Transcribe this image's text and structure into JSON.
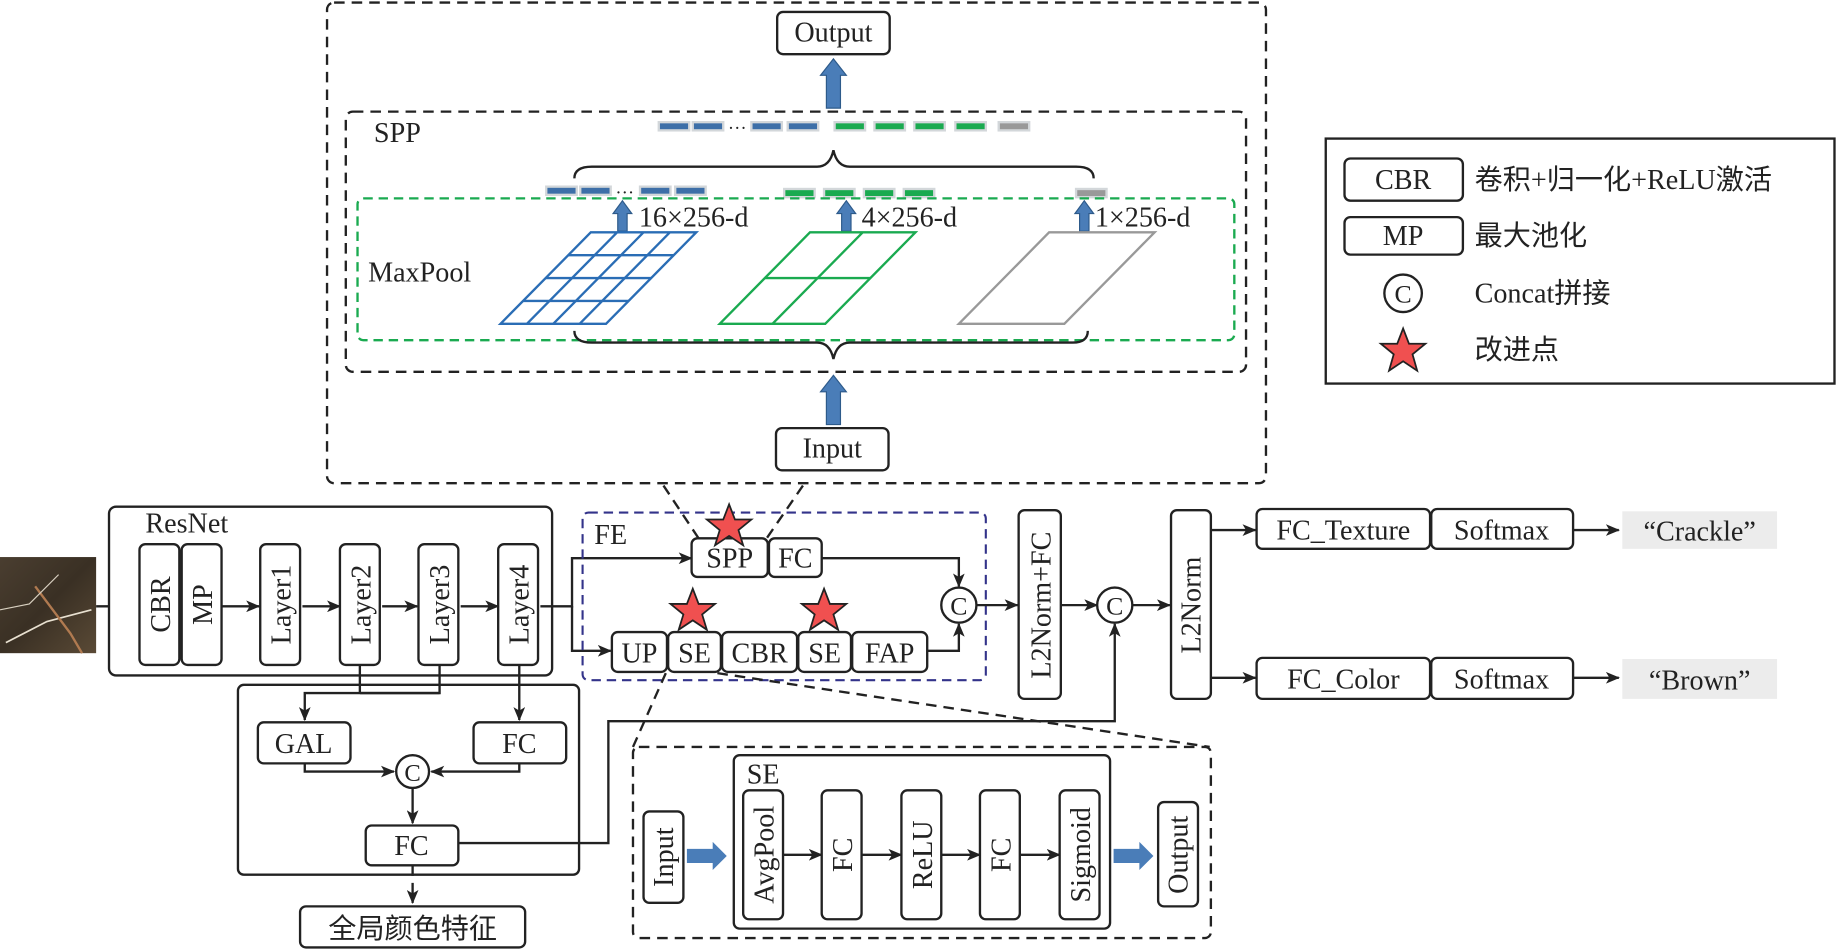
{
  "colors": {
    "blue": "#3d6fa8",
    "blue_grid": "#2a6db5",
    "green": "#1aaa50",
    "gray": "#999999",
    "navy_dash": "#33338a",
    "star": "#f05050",
    "output_bg": "#ececec"
  },
  "spp_detail": {
    "output_label": "Output",
    "input_label": "Input",
    "spp_title": "SPP",
    "maxpool_label": "MaxPool",
    "bins": [
      {
        "label": "16×256-d",
        "grid": 4,
        "color": "blue"
      },
      {
        "label": "4×256-d",
        "grid": 2,
        "color": "green"
      },
      {
        "label": "1×256-d",
        "grid": 1,
        "color": "gray"
      }
    ],
    "ellipsis": "…"
  },
  "legend": {
    "items": [
      {
        "key": "CBR",
        "desc": "卷积+归一化+ReLU激活"
      },
      {
        "key": "MP",
        "desc": "最大池化"
      },
      {
        "key": "concat-icon",
        "desc": "Concat拼接"
      },
      {
        "key": "star-icon",
        "desc": "改进点"
      }
    ]
  },
  "resnet": {
    "title": "ResNet",
    "blocks": [
      "CBR",
      "MP",
      "Layer1",
      "Layer2",
      "Layer3",
      "Layer4"
    ]
  },
  "fe": {
    "title": "FE",
    "top_blocks": [
      "SPP",
      "FC"
    ],
    "bottom_blocks": [
      "UP",
      "SE",
      "CBR",
      "SE",
      "FAP"
    ]
  },
  "color_branch": {
    "gal": "GAL",
    "fc_right": "FC",
    "fc_out": "FC",
    "output_label": "全局颜色特征"
  },
  "se_detail": {
    "title": "SE",
    "input": "Input",
    "blocks": [
      "AvgPool",
      "FC",
      "ReLU",
      "FC",
      "Sigmoid"
    ],
    "output": "Output"
  },
  "head": {
    "l2norm_fc": "L2Norm+FC",
    "l2norm": "L2Norm",
    "concat": "C",
    "branches": [
      {
        "fc": "FC_Texture",
        "softmax": "Softmax",
        "result": "“Crackle”"
      },
      {
        "fc": "FC_Color",
        "softmax": "Softmax",
        "result": "“Brown”"
      }
    ]
  }
}
